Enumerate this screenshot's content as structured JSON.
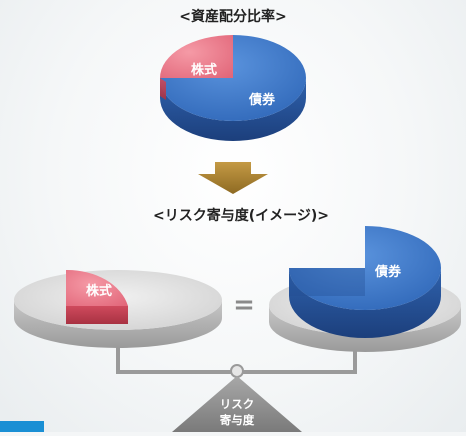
{
  "titles": {
    "allocation": "<資産配分比率>",
    "risk": "<リスク寄与度(イメージ)>"
  },
  "labels": {
    "stocks": "株式",
    "bonds": "債券",
    "equals": "="
  },
  "fulcrum": {
    "line1": "リスク",
    "line2": "寄与度"
  },
  "allocation_chart": {
    "type": "pie",
    "slices": [
      {
        "label": "株式",
        "share": 0.25,
        "color": "#e9697a"
      },
      {
        "label": "債券",
        "share": 0.75,
        "color": "#3a76c8"
      }
    ]
  },
  "risk_chart": {
    "type": "pie",
    "slices": [
      {
        "label": "株式",
        "share": 0.25,
        "color": "#e9697a",
        "scale": "small"
      },
      {
        "label": "債券",
        "share": 0.75,
        "color": "#3a76c8",
        "scale": "large"
      }
    ]
  },
  "colors": {
    "stock_slice": "#e9697a",
    "bond_slice": "#3a76c8",
    "arrow": "#a9812d",
    "plate": "#d3d3d3",
    "fulcrum": "#8c8c8c",
    "corner_tab": "#1a8fd4"
  }
}
